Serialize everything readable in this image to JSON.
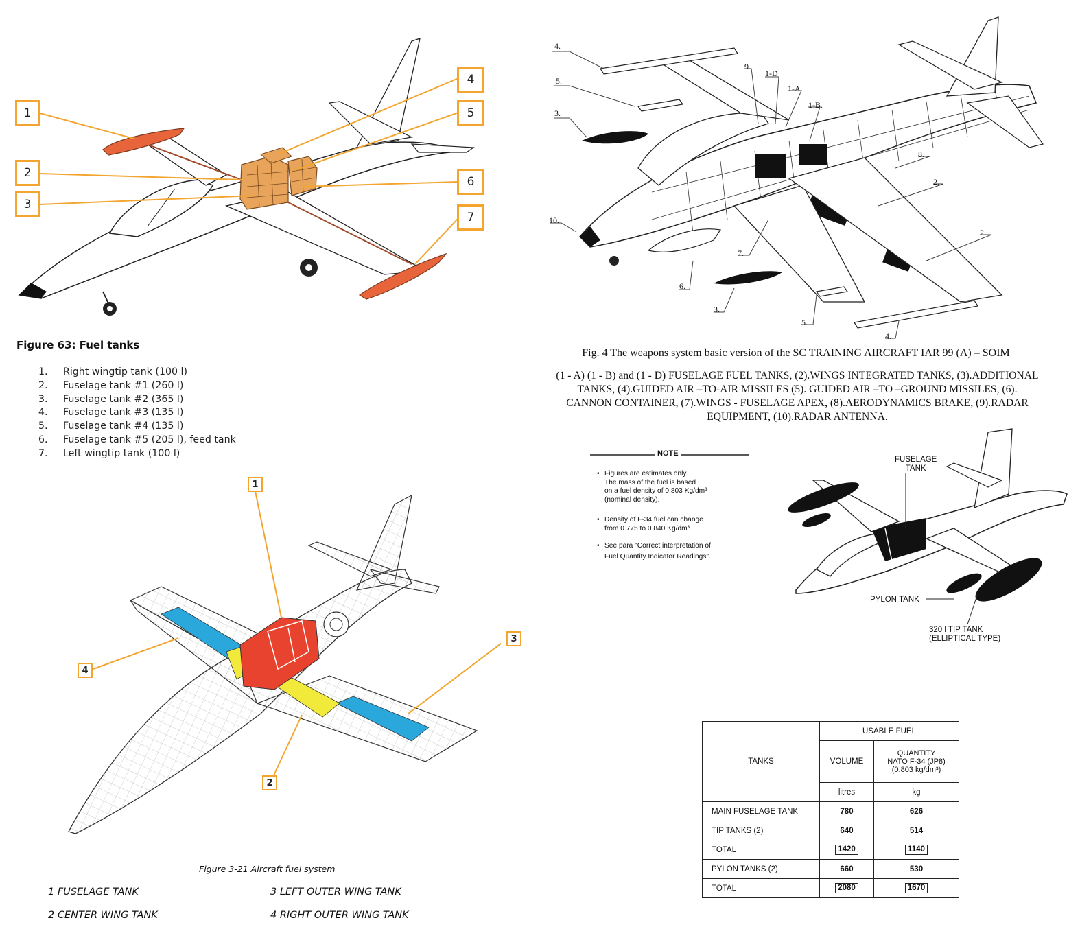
{
  "fig63": {
    "callouts": [
      "1",
      "2",
      "3",
      "4",
      "5",
      "6",
      "7"
    ],
    "title": "Figure 63: Fuel tanks",
    "items": [
      {
        "num": "1.",
        "text": "Right wingtip tank (100 l)"
      },
      {
        "num": "2.",
        "text": "Fuselage tank #1 (260 l)"
      },
      {
        "num": "3.",
        "text": "Fuselage tank #2 (365 l)"
      },
      {
        "num": "4.",
        "text": "Fuselage tank #3 (135 l)"
      },
      {
        "num": "5.",
        "text": "Fuselage tank #4 (135 l)"
      },
      {
        "num": "6.",
        "text": "Fuselage tank #5 (205 l), feed tank"
      },
      {
        "num": "7.",
        "text": "Left wingtip tank (100 l)"
      }
    ],
    "colors": {
      "tank": "#e8643a",
      "callout": "#f3a530",
      "fuselage_tank": "#e7a45a"
    }
  },
  "fig4": {
    "labels": [
      "4.",
      "5.",
      "3.",
      "9.",
      "1-D",
      "1-A.",
      "1-B.",
      "8.",
      "2.",
      "2.",
      "10.",
      "7.",
      "6.",
      "3.",
      "5.",
      "4."
    ],
    "caption": "Fig. 4 The weapons system basic version of the SC TRAINING AIRCRAFT IAR 99 (A) – SOIM",
    "legend_lines": [
      "(1 - A) (1 - B) and (1 - D) FUSELAGE FUEL TANKS, (2).WINGS INTEGRATED TANKS, (3).ADDITIONAL",
      "TANKS, (4).GUIDED AIR –TO-AIR MISSILES (5). GUIDED AIR –TO –GROUND MISSILES, (6).",
      "CANNON CONTAINER, (7).WINGS - FUSELAGE APEX, (8).AERODYNAMICS BRAKE, (9).RADAR",
      "EQUIPMENT, (10).RADAR ANTENNA."
    ]
  },
  "note": {
    "title": "NOTE",
    "items": [
      [
        "Figures are estimates only.",
        "The mass of the fuel is based",
        "on a fuel density of 0.803 Kg/dm³",
        "(nominal density)."
      ],
      [
        "Density of F-34 fuel can change",
        "from 0.775 to 0.840 Kg/dm³."
      ],
      [
        "See para \"Correct interpretation of",
        "Fuel Quantity Indicator Readings\"."
      ]
    ]
  },
  "aircraft_labels": {
    "fuselage_tank": [
      "FUSELAGE",
      "TANK"
    ],
    "pylon_tank": "PYLON TANK",
    "tip_tank": [
      "320 l TIP TANK",
      "(ELLIPTICAL TYPE)"
    ]
  },
  "fuel_table": {
    "header": "USABLE FUEL",
    "col_tanks": "TANKS",
    "col_volume": "VOLUME",
    "col_quantity": [
      "QUANTITY",
      "NATO F-34 (JP8)",
      "(0.803 kg/dm³)"
    ],
    "unit_volume": "litres",
    "unit_quantity": "kg",
    "rows": [
      {
        "tank": "MAIN FUSELAGE TANK",
        "volume": "780",
        "kg": "626",
        "boxed": false
      },
      {
        "tank": "TIP TANKS (2)",
        "volume": "640",
        "kg": "514",
        "boxed": false
      },
      {
        "tank": "TOTAL",
        "volume": "1420",
        "kg": "1140",
        "boxed": true
      },
      {
        "tank": "PYLON TANKS (2)",
        "volume": "660",
        "kg": "530",
        "boxed": false
      },
      {
        "tank": "TOTAL",
        "volume": "2080",
        "kg": "1670",
        "boxed": true
      }
    ]
  },
  "fig321": {
    "callouts": [
      "1",
      "2",
      "3",
      "4"
    ],
    "caption": "Figure 3-21 Aircraft fuel system",
    "legend": [
      "1 FUSELAGE TANK",
      "3 LEFT OUTER WING TANK",
      "2 CENTER WING TANK",
      "4 RIGHT OUTER WING TANK"
    ],
    "colors": {
      "fuselage": "#e8432e",
      "center": "#f2ea3a",
      "outer": "#2aa7db"
    }
  }
}
